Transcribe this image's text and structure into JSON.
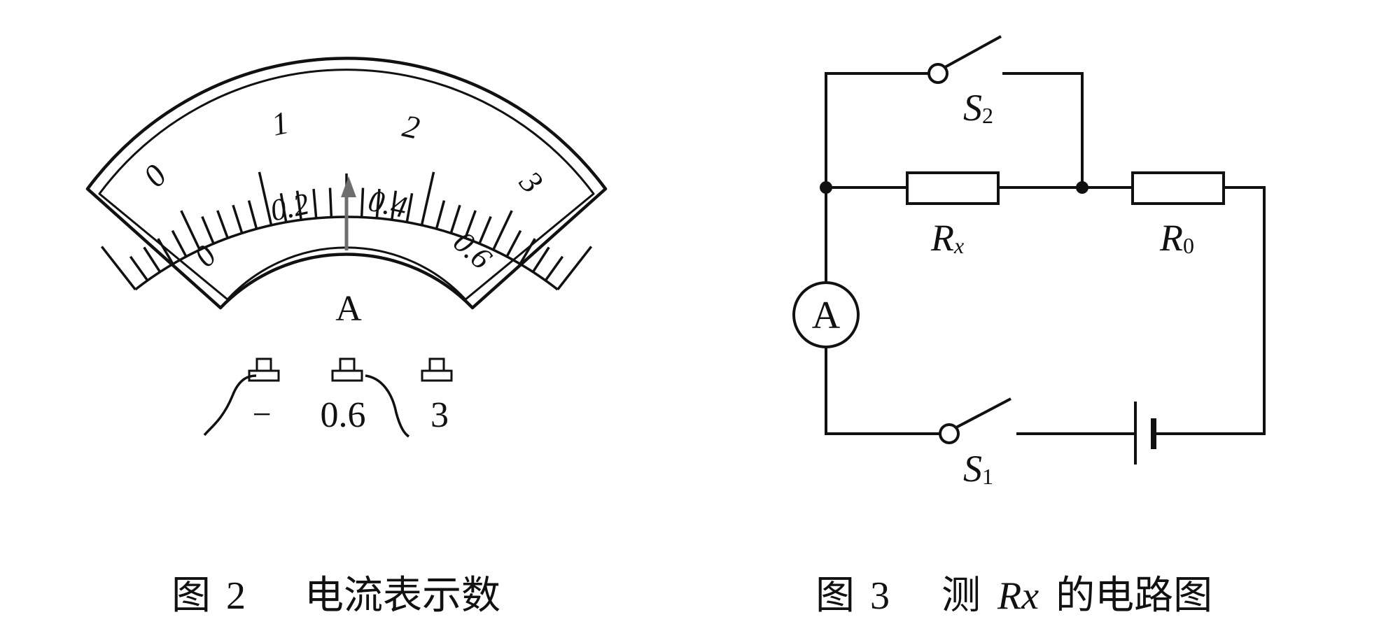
{
  "figure2": {
    "meter": {
      "symbol": "A",
      "upper_scale_labels": [
        "0",
        "1",
        "2",
        "3"
      ],
      "lower_scale_labels": [
        "0",
        "0.2",
        "0.4",
        "0.6"
      ],
      "pointer_fraction": 0.5
    },
    "terminals": {
      "minus": "−",
      "mid": "0.6",
      "high": "3"
    },
    "caption": {
      "prefix": "图",
      "number": "2",
      "text": "电流表示数"
    }
  },
  "figure3": {
    "switch_s2": {
      "main": "S",
      "sub": "2"
    },
    "switch_s1": {
      "main": "S",
      "sub": "1"
    },
    "resistor_rx": {
      "main": "R",
      "sub": "x"
    },
    "resistor_r0": {
      "main": "R",
      "sub": "0"
    },
    "ammeter_symbol": "A",
    "caption": {
      "prefix": "图",
      "number": "3",
      "measure": "测",
      "rx": "Rx",
      "suffix": "的电路图"
    }
  }
}
